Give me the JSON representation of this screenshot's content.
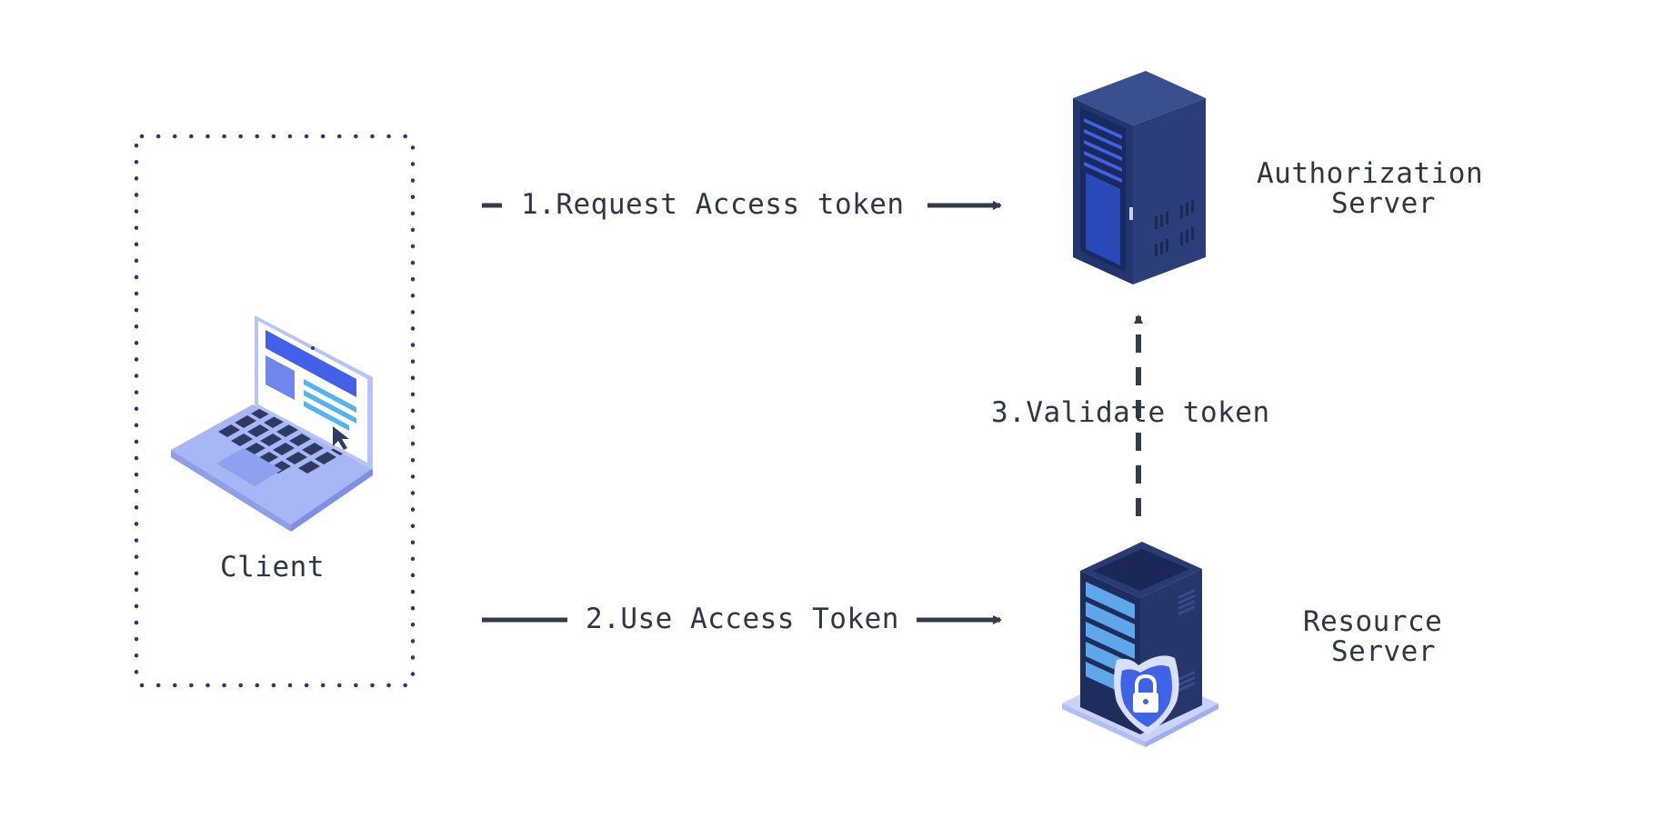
{
  "nodes": {
    "client": {
      "label": "Client"
    },
    "auth_server": {
      "label_line1": "Authorization",
      "label_line2": "Server"
    },
    "resource_server": {
      "label_line1": "Resource",
      "label_line2": "Server"
    }
  },
  "edges": {
    "request_token": {
      "label": "1.Request Access token"
    },
    "use_token": {
      "label": "2.Use Access Token"
    },
    "validate_token": {
      "label": "3.Validate token"
    }
  },
  "colors": {
    "arrow": "#343a46",
    "text": "#2f3644",
    "boundary": "#2b3a6e",
    "server_dark": "#1f2d5c",
    "server_mid": "#2c3f7f",
    "accent_blue": "#3f63e6",
    "laptop": "#a9b6f5"
  },
  "icons": {
    "client": "laptop-icon",
    "auth_server": "server-rack-icon",
    "resource_server": "secure-server-icon"
  }
}
